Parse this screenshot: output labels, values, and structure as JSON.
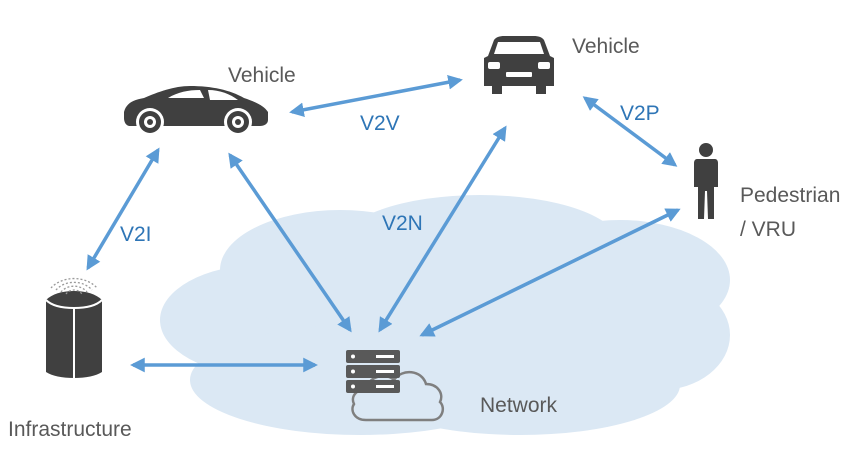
{
  "colors": {
    "arrow": "#5b9bd5",
    "link_text": "#2e75b6",
    "label_text": "#595959",
    "cloud": "#dbe8f4",
    "icon": "#404040"
  },
  "nodes": {
    "vehicle_left": {
      "label": "Vehicle",
      "icon": "sports-car-icon"
    },
    "vehicle_right": {
      "label": "Vehicle",
      "icon": "car-front-icon"
    },
    "pedestrian": {
      "label_line1": "Pedestrian",
      "label_line2": "/ VRU",
      "icon": "person-icon"
    },
    "infrastructure": {
      "label": "Infrastructure",
      "icon": "roadside-unit-icon"
    },
    "network": {
      "label": "Network",
      "icon": "server-cloud-icon"
    }
  },
  "links": {
    "v2v": "V2V",
    "v2p": "V2P",
    "v2i": "V2I",
    "v2n": "V2N"
  }
}
